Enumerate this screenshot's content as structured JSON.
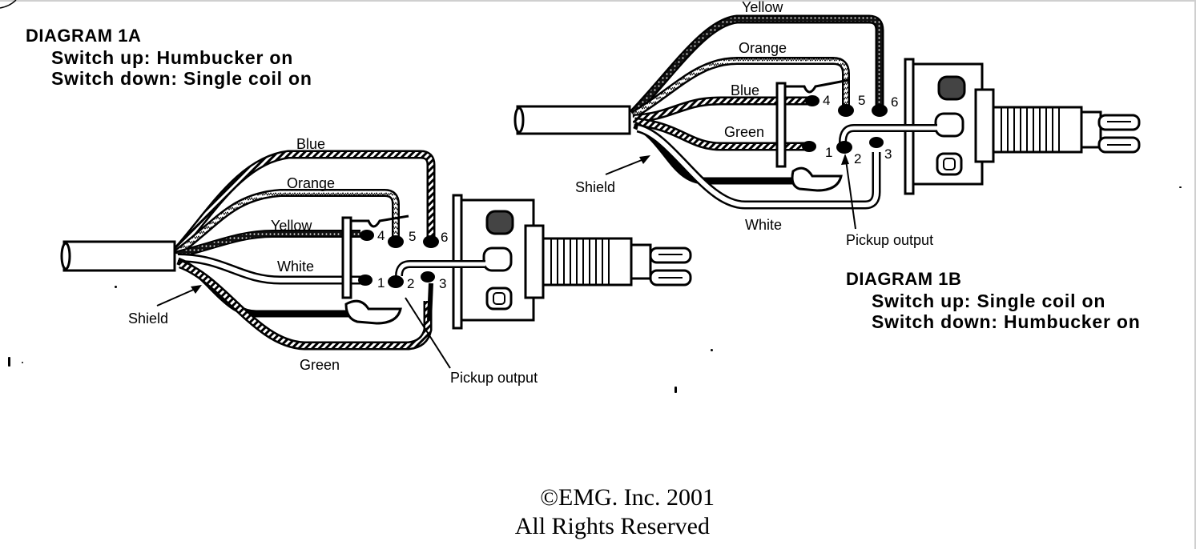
{
  "document": {
    "manufacturer": "EMG",
    "copyright_line": "©EMG. Inc. 2001",
    "rights_line": "All Rights Reserved"
  },
  "diagrams": [
    {
      "id": "1A",
      "title": "DIAGRAM 1A",
      "switch_up": "Switch up: Humbucker on",
      "switch_down": "Switch down: Single coil on",
      "wire_labels": {
        "blue": "Blue",
        "orange": "Orange",
        "yellow": "Yellow",
        "white": "White",
        "green": "Green",
        "shield": "Shield"
      },
      "connections": [
        {
          "wire": "Yellow",
          "lug": "4"
        },
        {
          "wire": "Orange",
          "lug": "5"
        },
        {
          "wire": "Blue",
          "lug": "6"
        },
        {
          "wire": "White",
          "lug": "1"
        },
        {
          "wire": "Green",
          "lug": "3"
        },
        {
          "wire": "Shield",
          "lug": "ground"
        }
      ],
      "lug_numbers": [
        "1",
        "2",
        "3",
        "4",
        "5",
        "6"
      ],
      "output_label": "Pickup output",
      "output_lug": "2"
    },
    {
      "id": "1B",
      "title": "DIAGRAM 1B",
      "switch_up": "Switch up: Single coil on",
      "switch_down": "Switch down: Humbucker on",
      "wire_labels": {
        "yellow": "Yellow",
        "orange": "Orange",
        "blue": "Blue",
        "green": "Green",
        "white": "White",
        "shield": "Shield"
      },
      "connections": [
        {
          "wire": "Blue",
          "lug": "4"
        },
        {
          "wire": "Orange",
          "lug": "5"
        },
        {
          "wire": "Yellow",
          "lug": "6"
        },
        {
          "wire": "Green",
          "lug": "1"
        },
        {
          "wire": "White",
          "lug": "3"
        },
        {
          "wire": "Shield",
          "lug": "ground"
        }
      ],
      "lug_numbers": [
        "1",
        "2",
        "3",
        "4",
        "5",
        "6"
      ],
      "output_label": "Pickup output",
      "output_lug": "2"
    }
  ]
}
